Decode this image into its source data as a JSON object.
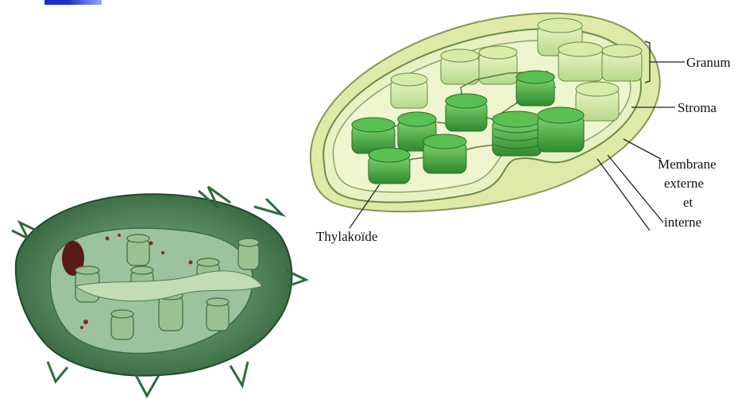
{
  "labels": {
    "granum": "Granum",
    "stroma": "Stroma",
    "membrane_1": "Membrane",
    "membrane_2": "externe",
    "membrane_3": "et",
    "membrane_4": "interne",
    "thylakoide": "Thylakoïde"
  },
  "colors": {
    "stroma_fill": "#e4efb4",
    "outer_membrane": "#cfe2a3",
    "granum_green": "#4fb84a",
    "granum_dark": "#2f8a2e",
    "cutaway_green": "#3f7f4a",
    "accent_blue": "#1d2fc4"
  }
}
